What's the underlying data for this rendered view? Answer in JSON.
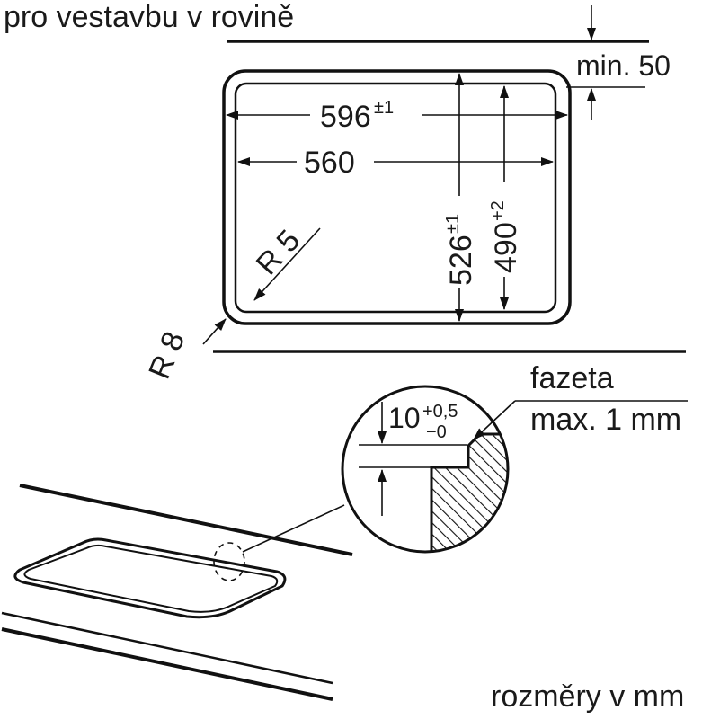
{
  "labels": {
    "flush_mount": "pro vestavbu v rovině",
    "min_distance": "min. 50",
    "outer_width": "596",
    "outer_width_tol": "±1",
    "inner_width": "560",
    "outer_depth": "526",
    "outer_depth_tol": "±1",
    "inner_depth": "490",
    "inner_depth_tol": "+2",
    "inner_radius": "R 5",
    "outer_radius": "R 8",
    "chamfer": "fazeta",
    "chamfer_max": "max. 1 mm",
    "step_depth": "10",
    "step_tol_upper": "+0,5",
    "step_tol_lower": "−0",
    "units": "rozměry v mm"
  }
}
